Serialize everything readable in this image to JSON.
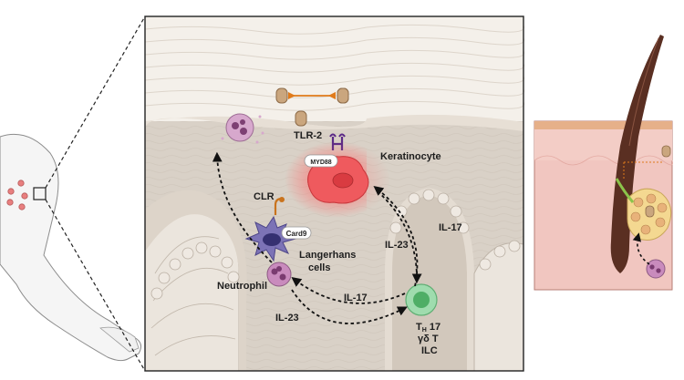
{
  "labels": {
    "tlr2": "TLR-2",
    "myd88": "MYD88",
    "keratinocyte": "Keratinocyte",
    "clr": "CLR",
    "card9": "Card9",
    "langerhans_1": "Langerhans",
    "langerhans_2": "cells",
    "neutrophil": "Neutrophil",
    "il23_upper": "IL-23",
    "il17_upper": "IL-17",
    "il17_lower": "IL-17",
    "il23_lower": "IL-23",
    "th17_main": "T",
    "th17_sub": "H",
    "th17_num": " 17",
    "gdt": "γδ T",
    "ilc": "ILC"
  },
  "colors": {
    "skin_upper": "#efe9e2",
    "dermis": "#d9d1c7",
    "keratinocyte": "#ef5a5e",
    "langerhans": "#7c73b6",
    "neutrophil": "#c98bbd",
    "tcell": "#7ccf8f",
    "hair": "#5a2f22",
    "skin_panel": "#f1c6c0"
  }
}
